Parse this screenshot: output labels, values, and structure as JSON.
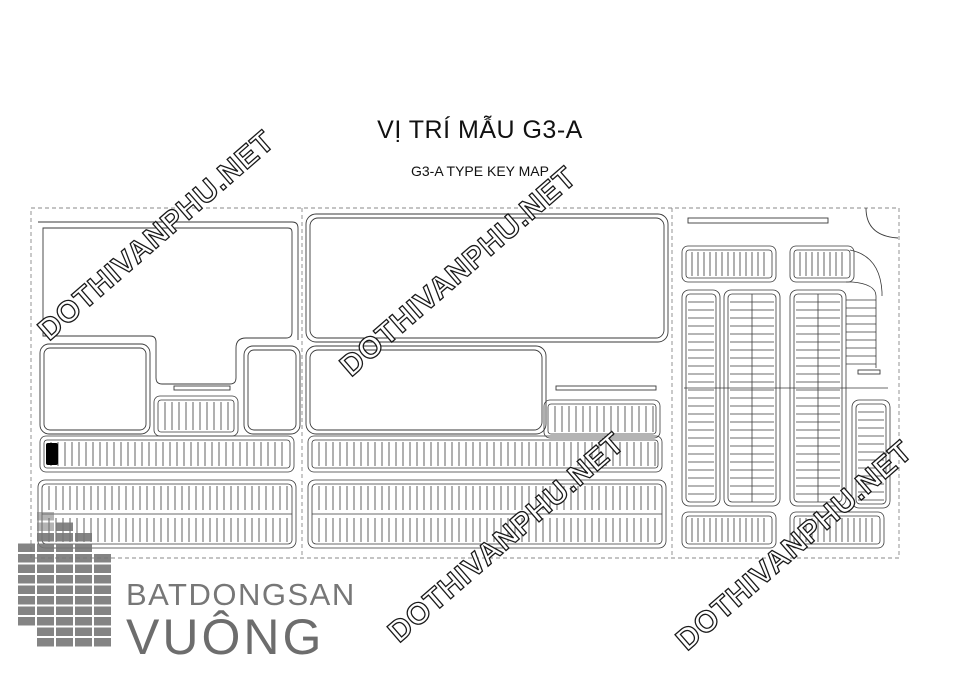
{
  "title": "VỊ TRÍ MẪU G3-A",
  "subtitle": "G3-A TYPE KEY MAP",
  "watermark": "DOTHIVANPHU.NET",
  "logo": {
    "line1": "BATDONGSAN",
    "line2": "VUÔNG",
    "icon": "building-grid-icon",
    "color": "#777777"
  },
  "highlight_color": "#000000",
  "line_color": "#333333"
}
